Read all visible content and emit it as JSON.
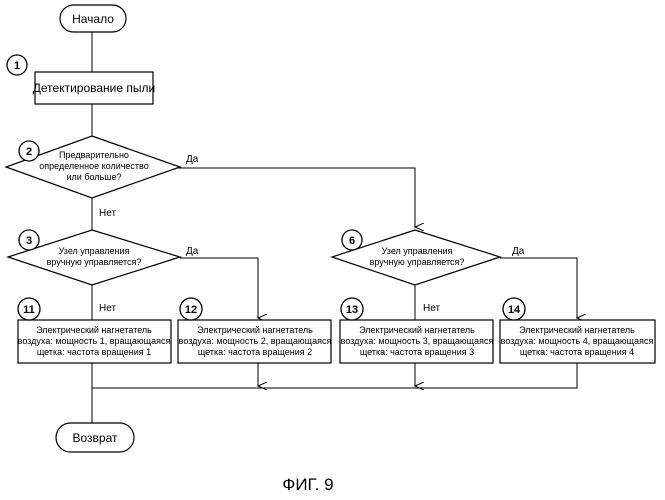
{
  "start": {
    "label": "Начало"
  },
  "end": {
    "label": "Возврат"
  },
  "steps": {
    "s1": {
      "num": "1",
      "label": "Детектирование пыли"
    },
    "s2": {
      "num": "2",
      "lines": [
        "Предварительно",
        "определенное количество",
        "или больше?"
      ]
    },
    "s3": {
      "num": "3",
      "lines": [
        "Узел управления",
        "вручную управляется?"
      ]
    },
    "s6": {
      "num": "6",
      "lines": [
        "Узел управления",
        "вручную управляется?"
      ]
    },
    "s11": {
      "num": "11",
      "lines": [
        "Электрический нагнетатель",
        "воздуха: мощность 1, вращающаяся",
        "щетка: частота вращения 1"
      ]
    },
    "s12": {
      "num": "12",
      "lines": [
        "Электрический нагнетатель",
        "воздуха: мощность 2, вращающаяся",
        "щетка: частота вращения 2"
      ]
    },
    "s13": {
      "num": "13",
      "lines": [
        "Электрический нагнетатель",
        "воздуха: мощность 3, вращающаяся",
        "щетка: частота вращения 3"
      ]
    },
    "s14": {
      "num": "14",
      "lines": [
        "Электрический нагнетатель",
        "воздуха: мощность 4, вращающаяся",
        "щетка: частота вращения 4"
      ]
    }
  },
  "branch_labels": {
    "s2_yes": "Да",
    "s2_no": "Нет",
    "s3_yes": "Да",
    "s3_no": "Нет",
    "s6_yes": "Да",
    "s6_no": "Нет"
  },
  "caption": "ФИГ. 9"
}
